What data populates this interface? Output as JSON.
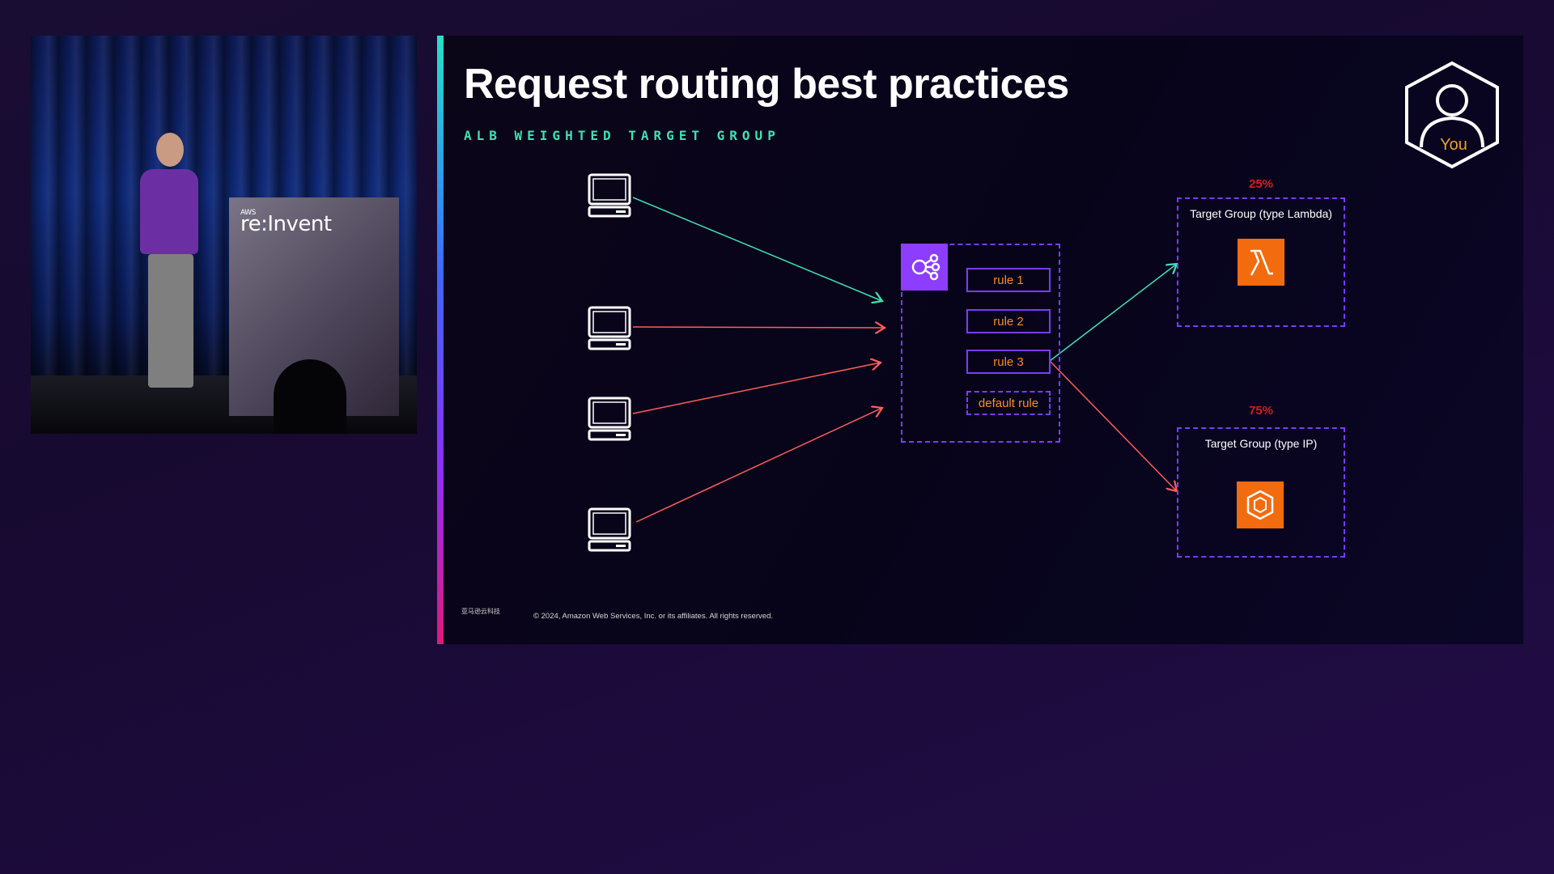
{
  "video": {
    "lectern_brand_small": "AWS",
    "lectern_brand": "re:Invent"
  },
  "slide": {
    "title": "Request routing best practices",
    "subtitle": "ALB WEIGHTED TARGET GROUP",
    "badge_label": "You",
    "rules": [
      "rule 1",
      "rule 2",
      "rule 3",
      "default rule"
    ],
    "target_groups": [
      {
        "title": "Target Group (type Lambda)",
        "weight": "25%",
        "icon": "lambda-icon"
      },
      {
        "title": "Target Group (type IP)",
        "weight": "75%",
        "icon": "ecs-icon"
      }
    ],
    "client_icon": "computer-monitor-icon",
    "alb_icon": "load-balancer-icon",
    "footer_logo": "亚马逊云科技",
    "copyright": "© 2024, Amazon Web Services, Inc. or its affiliates. All rights reserved."
  },
  "colors": {
    "background": "#1a0d33",
    "slide_background": "#07041a",
    "accent_green": "#3fe0b4",
    "arrow_green": "#3fe0b4",
    "arrow_red": "#ff5c5c",
    "purple_border": "#7b3bff",
    "rule_text": "#ff8a1f",
    "weight_red": "#d81b1b",
    "service_orange": "#f26b0f",
    "alb_purple": "#8c3dff"
  }
}
